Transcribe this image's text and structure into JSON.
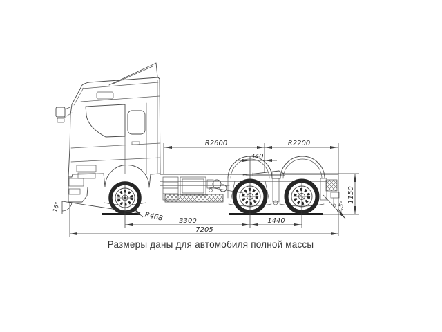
{
  "drawing": {
    "caption": "Размеры даны для автомобиля полной массы",
    "colors": {
      "background": "#ffffff",
      "truck_line": "#4a4a4a",
      "dimension_line": "#3a3a3a",
      "text": "#2e2e2e"
    },
    "dimensions": {
      "fifth_wheel_front_clearance_radius": "R2600",
      "fifth_wheel_rear_clearance_radius": "R2200",
      "fifth_wheel_to_mid_axle": "340",
      "fifth_wheel_height": "1150",
      "rear_frame_angle": "2,5°",
      "front_approach_angle": "16°",
      "tyre_static_radius": "R468",
      "wheelbase_front": "3300",
      "wheelbase_bogie": "1440",
      "overall_length": "7205"
    }
  }
}
